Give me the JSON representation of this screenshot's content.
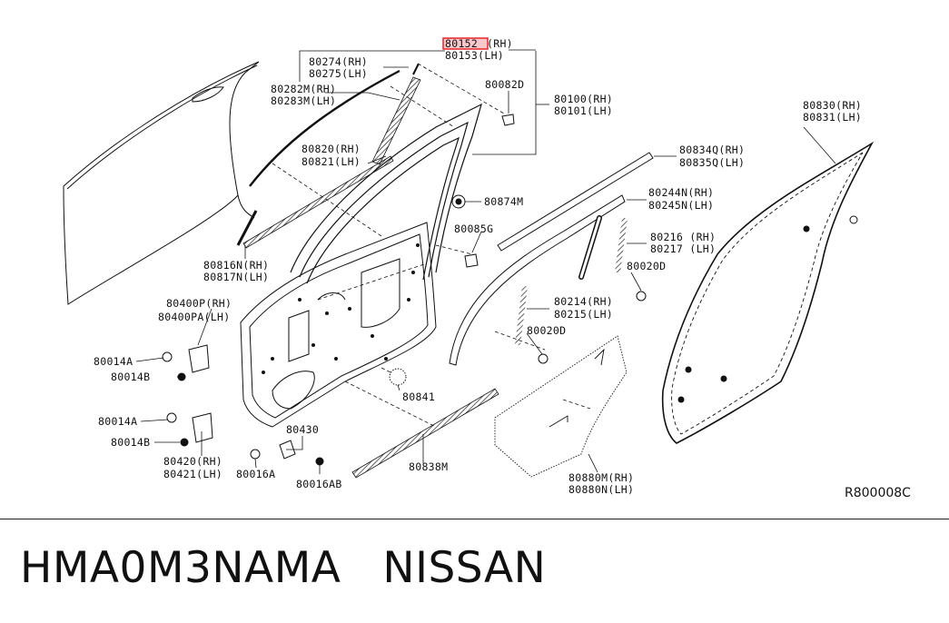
{
  "labels": {
    "p80152": "80152",
    "p80152_rh": "(RH)",
    "p80153": "80153(LH)",
    "p80274": "80274(RH)",
    "p80275": "80275(LH)",
    "p80282": "80282M(RH)",
    "p80283": "80283M(LH)",
    "p80082": "80082D",
    "p80100": "80100(RH)",
    "p80101": "80101(LH)",
    "p80820": "80820(RH)",
    "p80821": "80821(LH)",
    "p80874": "80874M",
    "p80085": "80085G",
    "p80834": "80834Q(RH)",
    "p80835": "80835Q(LH)",
    "p80244": "80244N(RH)",
    "p80245": "80245N(LH)",
    "p80216": "80216 (RH)",
    "p80217": "80217 (LH)",
    "p80020a": "80020D",
    "p80830": "80830(RH)",
    "p80831": "80831(LH)",
    "p80816": "80816N(RH)",
    "p80817": "80817N(LH)",
    "p80400": "80400P(RH)",
    "p80400pa": "80400PA(LH)",
    "p80014a1": "80014A",
    "p80014b1": "80014B",
    "p80214": "80214(RH)",
    "p80215": "80215(LH)",
    "p80020b": "80020D",
    "p80841": "80841",
    "p80014a2": "80014A",
    "p80014b2": "80014B",
    "p80430": "80430",
    "p80420": "80420(RH)",
    "p80421": "80421(LH)",
    "p80016a": "80016A",
    "p80016ab": "80016AB",
    "p80838": "80838M",
    "p80880": "80880M(RH)",
    "p80880n": "80880N(LH)",
    "ref": "R800008C"
  },
  "footer": {
    "part_number": "HMA0M3NAMA",
    "brand": "NISSAN"
  },
  "colors": {
    "highlight": "#e8242c",
    "ink": "#111111",
    "hatch": "#2a2a2a"
  }
}
